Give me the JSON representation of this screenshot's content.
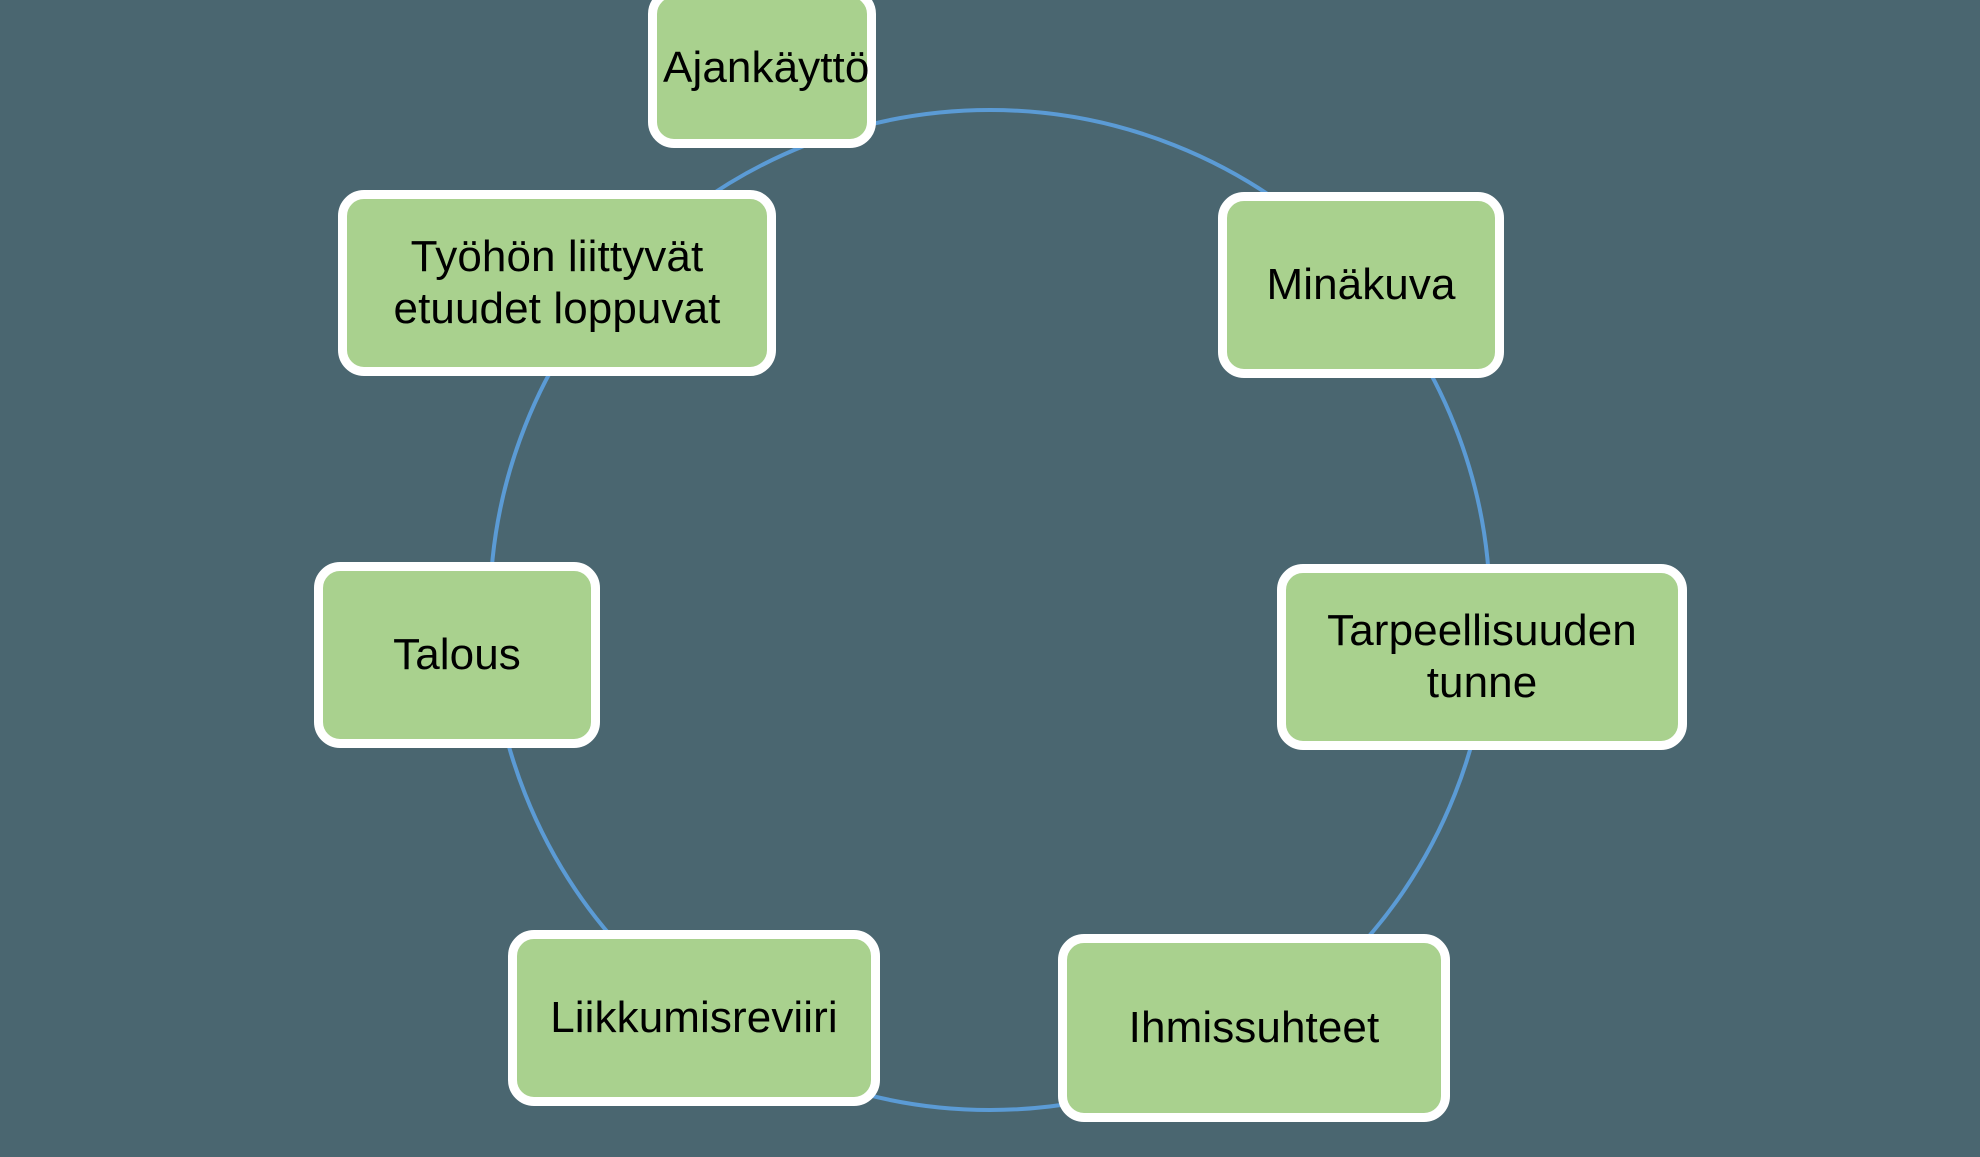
{
  "diagram": {
    "type": "cycle",
    "title": "",
    "background_color": "#4a6670",
    "node_fill_color": "#a9d18e",
    "node_border_color": "#ffffff",
    "ring_color": "#5b9bd5",
    "text_color": "#000000",
    "node_count": 7,
    "nodes": [
      {
        "id": "ajankaytto",
        "label": "Ajankäyttö",
        "position": "top"
      },
      {
        "id": "minakuva",
        "label": "Minäkuva",
        "position": "upper-right"
      },
      {
        "id": "tarpeellisuuden-tunne",
        "label": "Tarpeellisuuden\ntunne",
        "position": "right"
      },
      {
        "id": "ihmissuhteet",
        "label": "Ihmissuhteet",
        "position": "lower-right"
      },
      {
        "id": "liikkumisreviiri",
        "label": "Liikkumisreviiri",
        "position": "lower-left"
      },
      {
        "id": "talous",
        "label": "Talous",
        "position": "left"
      },
      {
        "id": "tyohon-liittyvat-etuudet",
        "label": "Työhön liittyvät\netuudet loppuvat",
        "position": "upper-left"
      }
    ]
  }
}
